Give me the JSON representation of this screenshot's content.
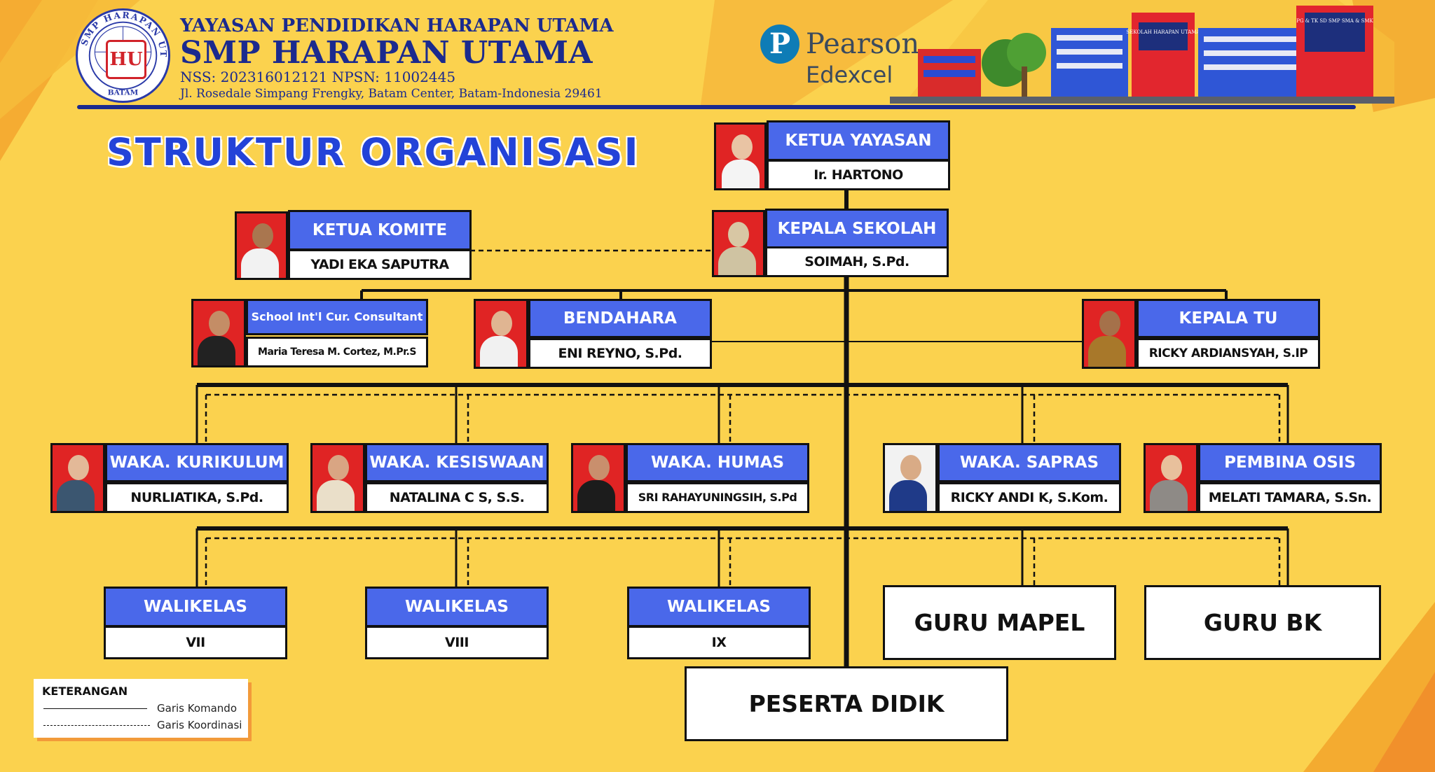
{
  "header": {
    "logo_ring_text": "SMP HARAPAN UTAMA",
    "logo_bottom_text": "BATAM",
    "logo_mark": "HU",
    "yayasan": "YAYASAN PENDIDIKAN HARAPAN UTAMA",
    "school": "SMP HARAPAN UTAMA",
    "nss_npsn": "NSS: 202316012121    NPSN: 11002445",
    "address": "Jl. Rosedale Simpang Frengky, Batam Center, Batam-Indonesia 29461"
  },
  "partner": {
    "badge": "P",
    "name": "Pearson",
    "sub": "Edexcel"
  },
  "campus_signs": {
    "left_sign": "SEKOLAH HARAPAN UTAMA",
    "right_sign": "PG & TK SD SMP SMA & SMK"
  },
  "title": "STRUKTUR ORGANISASI",
  "org": {
    "ketua_yayasan": {
      "title": "KETUA YAYASAN",
      "name": "Ir. HARTONO"
    },
    "kepala_sekolah": {
      "title": "KEPALA SEKOLAH",
      "name": "SOIMAH, S.Pd."
    },
    "ketua_komite": {
      "title": "KETUA KOMITE",
      "name": "YADI EKA SAPUTRA"
    },
    "consultant": {
      "title": "School Int'l Cur. Consultant",
      "name": "Maria Teresa M. Cortez, M.Pr.S"
    },
    "bendahara": {
      "title": "BENDAHARA",
      "name": "ENI REYNO, S.Pd."
    },
    "kepala_tu": {
      "title": "KEPALA TU",
      "name": "RICKY ARDIANSYAH, S.IP"
    },
    "waka_kurikulum": {
      "title": "WAKA. KURIKULUM",
      "name": "NURLIATIKA, S.Pd."
    },
    "waka_kesiswaan": {
      "title": "WAKA. KESISWAAN",
      "name": "NATALINA C S, S.S."
    },
    "waka_humas": {
      "title": "WAKA. HUMAS",
      "name": "SRI RAHAYUNINGSIH, S.Pd"
    },
    "waka_sapras": {
      "title": "WAKA. SAPRAS",
      "name": "RICKY ANDI K, S.Kom."
    },
    "pembina_osis": {
      "title": "PEMBINA OSIS",
      "name": "MELATI TAMARA, S.Sn."
    },
    "walikelas_7": {
      "title": "WALIKELAS",
      "name": "VII"
    },
    "walikelas_8": {
      "title": "WALIKELAS",
      "name": "VIII"
    },
    "walikelas_9": {
      "title": "WALIKELAS",
      "name": "IX"
    },
    "guru_mapel": "GURU MAPEL",
    "guru_bk": "GURU BK",
    "peserta_didik": "PESERTA DIDIK"
  },
  "legend": {
    "title": "KETERANGAN",
    "solid": "Garis Komando",
    "dashed": "Garis Koordinasi"
  },
  "colors": {
    "background": "#fbd24e",
    "accent_orange": "#f3a62e",
    "header_blue": "#4a68ea",
    "title_blue": "#2343d8",
    "photo_red": "#e02424"
  }
}
